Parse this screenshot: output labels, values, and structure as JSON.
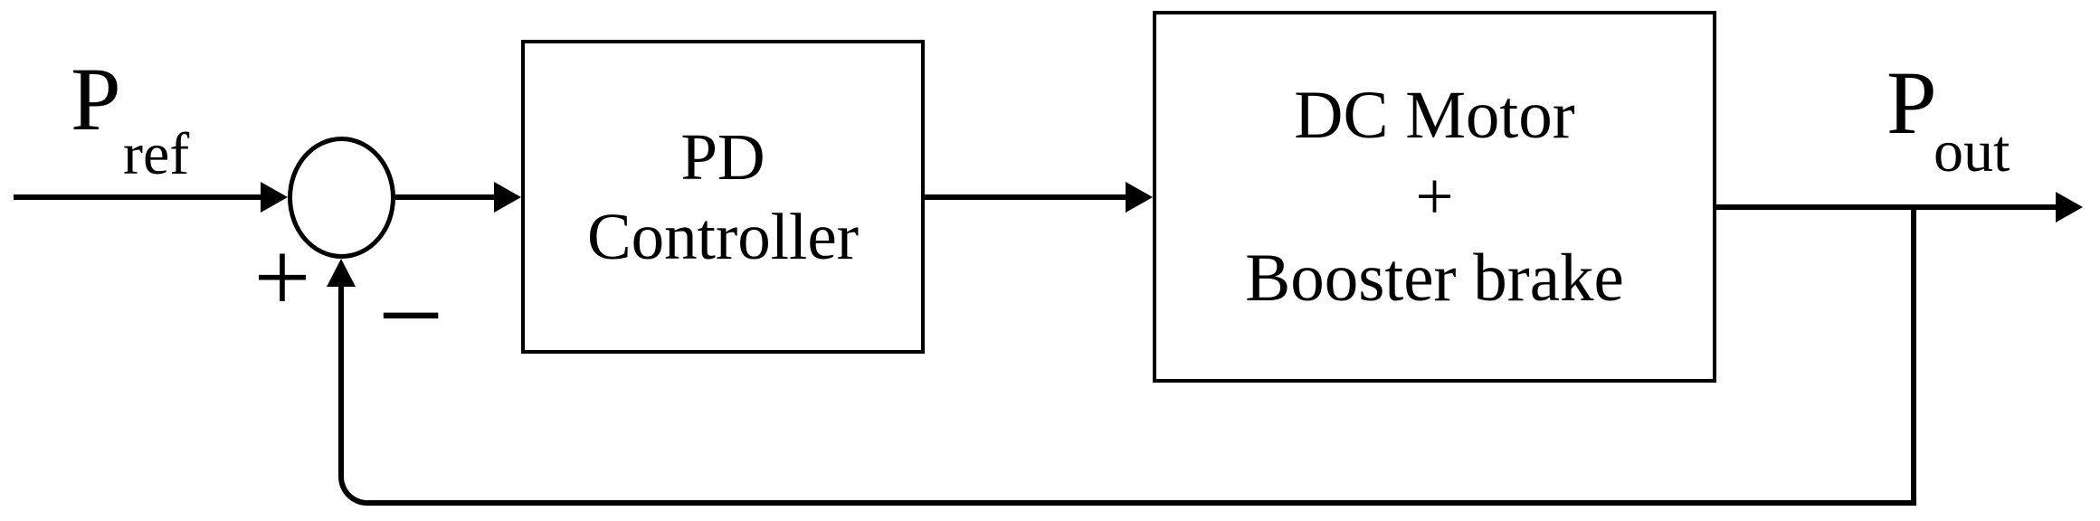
{
  "diagram": {
    "type": "control-loop-block-diagram",
    "colors": {
      "background": "#ffffff",
      "stroke": "#000000"
    },
    "labels": {
      "input": {
        "base": "P",
        "sub": "ref"
      },
      "output": {
        "base": "P",
        "sub": "out"
      }
    },
    "summing_junction": {
      "plus": "+",
      "minus": "−"
    },
    "blocks": {
      "pd": {
        "lines": [
          "PD",
          "Controller"
        ]
      },
      "dc": {
        "lines": [
          "DC Motor",
          "+",
          "Booster brake"
        ]
      }
    }
  }
}
